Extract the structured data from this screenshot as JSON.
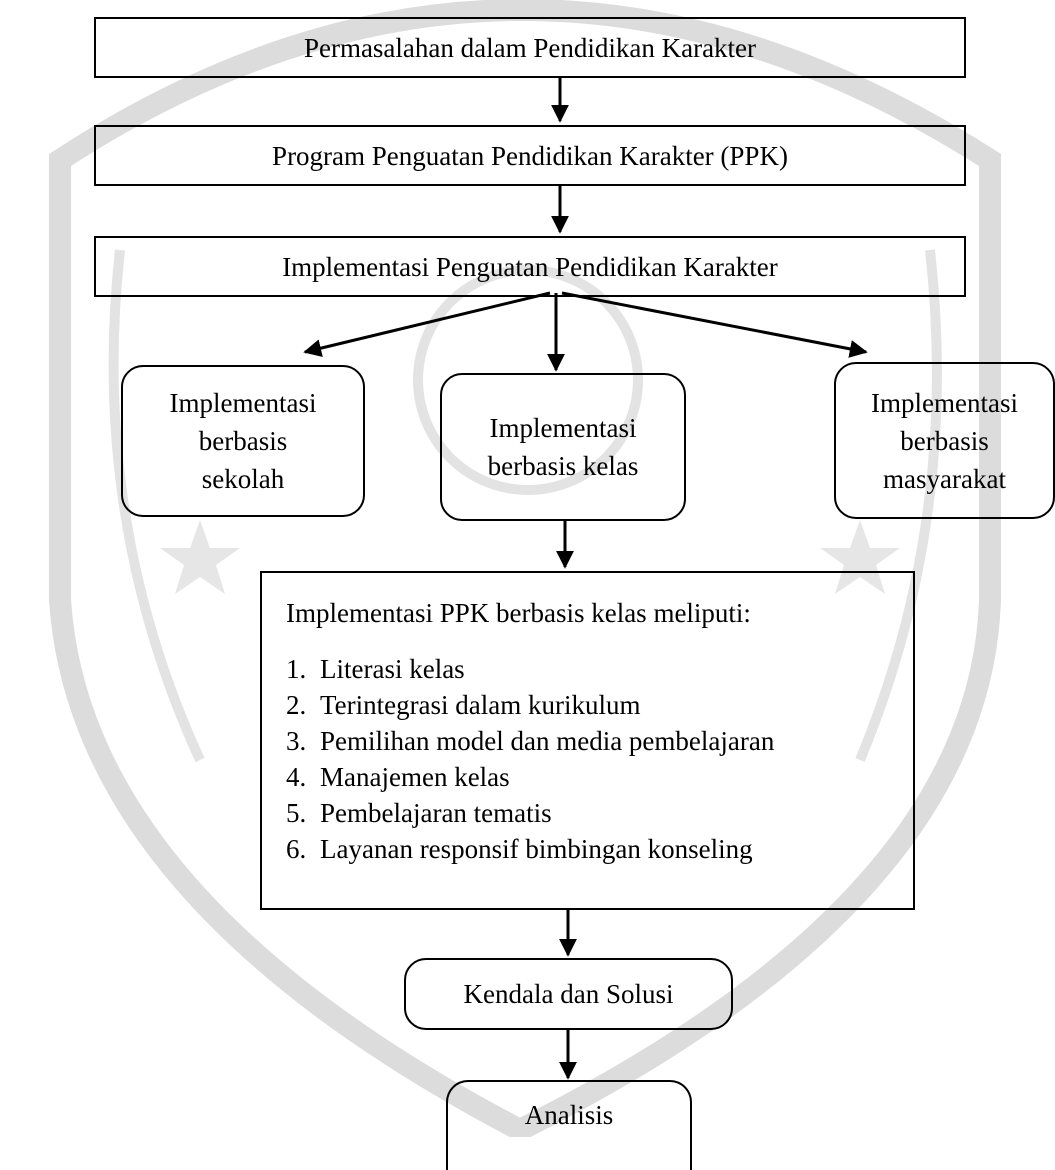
{
  "diagram": {
    "problem": "Permasalahan dalam Pendidikan Karakter",
    "program": "Program Penguatan Pendidikan Karakter (PPK)",
    "implementation": "Implementasi Penguatan Pendidikan Karakter",
    "school_based": "Implementasi\nberbasis\nsekolah",
    "class_based": "Implementasi\nberbasis kelas",
    "community_based": "Implementasi\nberbasis\nmasyarakat",
    "class_list": {
      "heading": "Implementasi PPK berbasis kelas meliputi:",
      "items": [
        {
          "num": "1.",
          "text": "Literasi kelas"
        },
        {
          "num": "2.",
          "text": "Terintegrasi dalam kurikulum"
        },
        {
          "num": "3.",
          "text": "Pemilihan model dan media pembelajaran"
        },
        {
          "num": "4.",
          "text": "Manajemen kelas"
        },
        {
          "num": "5.",
          "text": "Pembelajaran tematis"
        },
        {
          "num": "6.",
          "text": "Layanan responsif bimbingan konseling"
        }
      ]
    },
    "obstacles": "Kendala dan Solusi",
    "analysis": "Analisis"
  },
  "colors": {
    "line": "#000000",
    "watermark": "#d9d9d9"
  }
}
